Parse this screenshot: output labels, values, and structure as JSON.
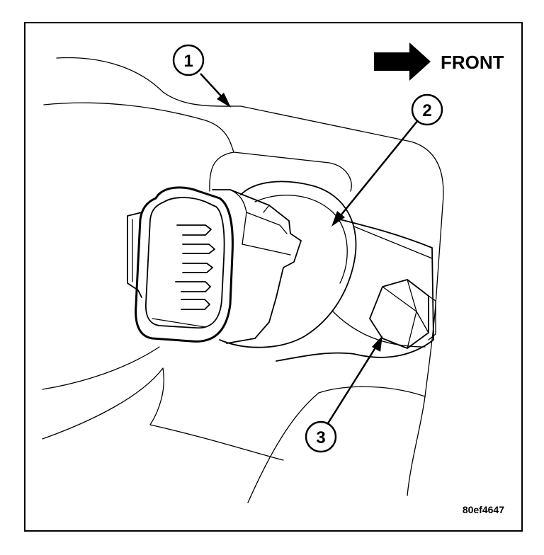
{
  "orientation": {
    "label": "FRONT",
    "icon": "right-arrow-icon"
  },
  "callouts": [
    {
      "number": "1"
    },
    {
      "number": "2"
    },
    {
      "number": "3"
    }
  ],
  "figure_id": "80ef4647"
}
